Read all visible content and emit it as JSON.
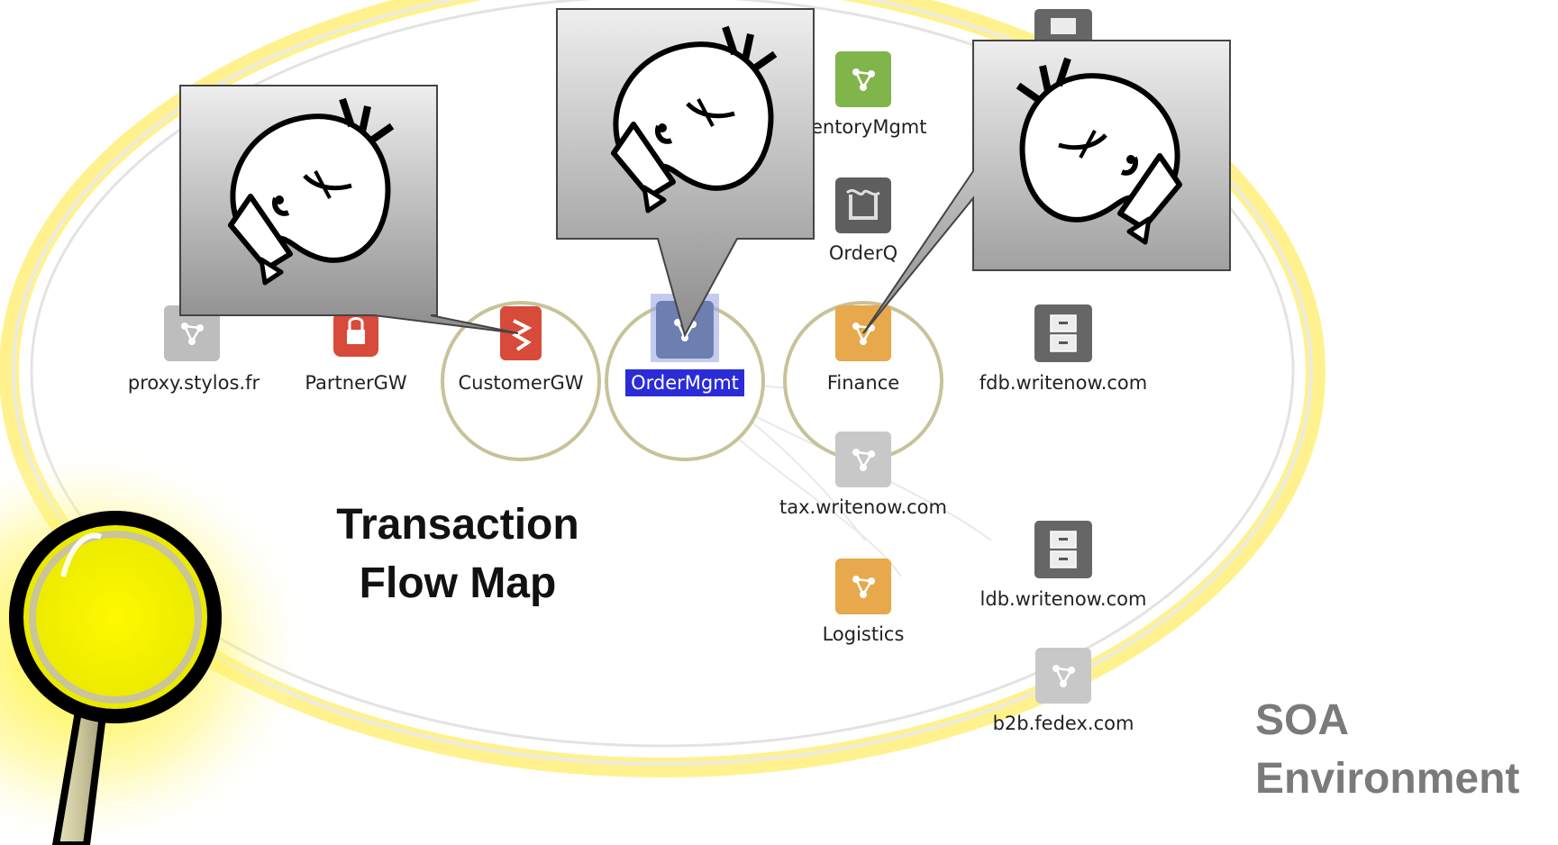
{
  "title": {
    "line1": "Transaction",
    "line2": "Flow Map"
  },
  "environment_label": {
    "line1": "SOA",
    "line2": "Environment"
  },
  "colors": {
    "ellipse_glow": "#fff34a",
    "ellipse_line": "#e6e6d8",
    "highlight_ring": "#c8c29a",
    "service_orange": "#e8a84c",
    "service_gray": "#bdbdbd",
    "gateway_red": "#d84a3a",
    "selected_blue": "#6c7fb0",
    "selection_fill": "#2b2bd8",
    "inventory_green": "#7fb54a",
    "callout_gray": "#8a8a8a"
  },
  "nodes": {
    "proxy": {
      "label": "proxy.stylos.fr",
      "icon": "gray-service-icon"
    },
    "partnergw": {
      "label": "PartnerGW",
      "icon": "red-lock-gateway-icon"
    },
    "customergw": {
      "label": "CustomerGW",
      "icon": "red-gateway-icon"
    },
    "ordermgmt": {
      "label": "OrderMgmt",
      "icon": "blue-service-icon",
      "selected": true
    },
    "finance": {
      "label": "Finance",
      "icon": "orange-service-icon"
    },
    "fdb": {
      "label": "fdb.writenow.com",
      "icon": "database-cabinet-icon"
    },
    "inventory": {
      "label": "ventoryMgmt",
      "icon": "green-service-icon"
    },
    "orderq": {
      "label": "OrderQ",
      "icon": "queue-icon"
    },
    "tax": {
      "label": "tax.writenow.com",
      "icon": "gray-service-icon"
    },
    "logistics": {
      "label": "Logistics",
      "icon": "orange-service-icon"
    },
    "ldb": {
      "label": "ldb.writenow.com",
      "icon": "database-cabinet-icon"
    },
    "b2b": {
      "label": "b2b.fedex.com",
      "icon": "gray-service-icon"
    }
  },
  "highlighted_nodes": [
    "CustomerGW",
    "OrderMgmt",
    "Finance"
  ],
  "callouts": [
    {
      "points_to": "CustomerGW",
      "icon": "angry-face-icon"
    },
    {
      "points_to": "OrderMgmt",
      "icon": "angry-face-icon"
    },
    {
      "points_to": "Finance",
      "icon": "angry-face-icon"
    }
  ],
  "magnifier_icon": "magnifying-glass-icon"
}
